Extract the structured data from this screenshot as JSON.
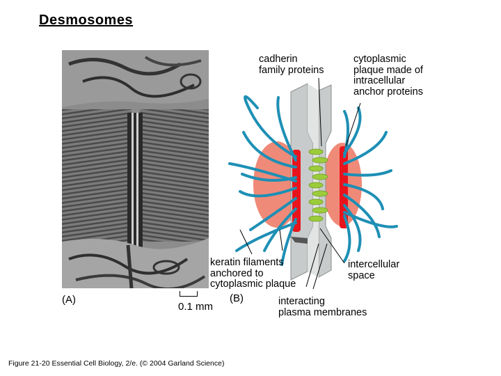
{
  "title": "Desmosomes",
  "panel_a": {
    "letter": "(A)",
    "scale_label": "0.1 mm"
  },
  "panel_b": {
    "letter": "(B)",
    "labels": {
      "cadherin": "cadherin\nfamily proteins",
      "plaque": "cytoplasmic\nplaque made of\nintracellular\nanchor proteins",
      "keratin": "keratin filaments\nanchored to\ncytoplasmic plaque",
      "intercellular": "intercellular\nspace",
      "membranes": "interacting\nplasma membranes"
    },
    "colors": {
      "filament": "#1e8fb5",
      "plaque": "#e8141c",
      "halo": "#f08a78",
      "cadherin": "#9ccc3c",
      "membrane": "#c8cbcb"
    }
  },
  "caption": "Figure 21-20  Essential Cell Biology, 2/e. (© 2004 Garland Science)"
}
